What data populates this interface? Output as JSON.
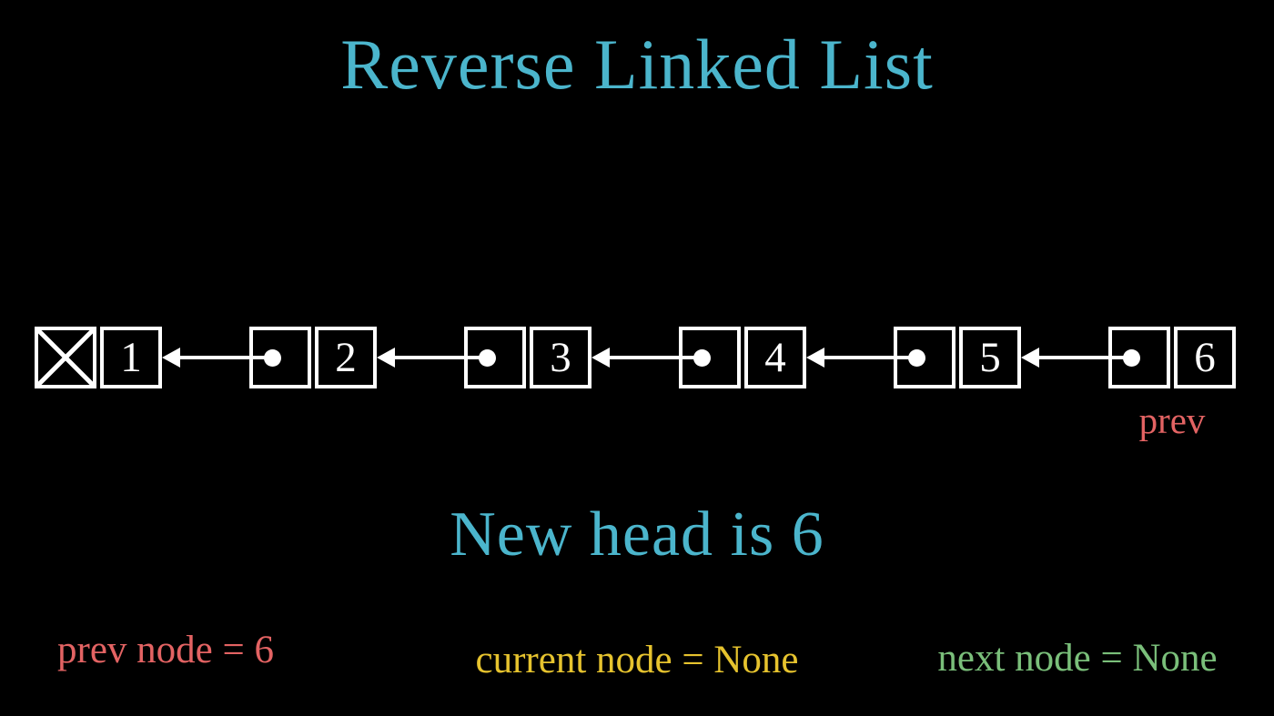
{
  "slide": {
    "title": "Reverse Linked List",
    "subtitle": "New head is 6"
  },
  "colors": {
    "background": "#000000",
    "title_text": "#4bb5cc",
    "subtitle_text": "#4bb5cc",
    "node_stroke": "#ffffff",
    "node_value_text": "#ffffff",
    "prev_text": "#e36363",
    "current_text": "#e6c32e",
    "next_text": "#7abf7a"
  },
  "linked_list": {
    "nodes": [
      {
        "value": "1",
        "pointer": "null-x"
      },
      {
        "value": "2",
        "pointer": "arrow-to-node-1"
      },
      {
        "value": "3",
        "pointer": "arrow-to-node-2"
      },
      {
        "value": "4",
        "pointer": "arrow-to-node-3"
      },
      {
        "value": "5",
        "pointer": "arrow-to-node-4"
      },
      {
        "value": "6",
        "pointer": "arrow-to-node-5"
      }
    ],
    "prev_pointer_label": "prev"
  },
  "variables": {
    "prev_node": "prev node = 6",
    "current_node": "current node = None",
    "next_node": "next node = None"
  }
}
